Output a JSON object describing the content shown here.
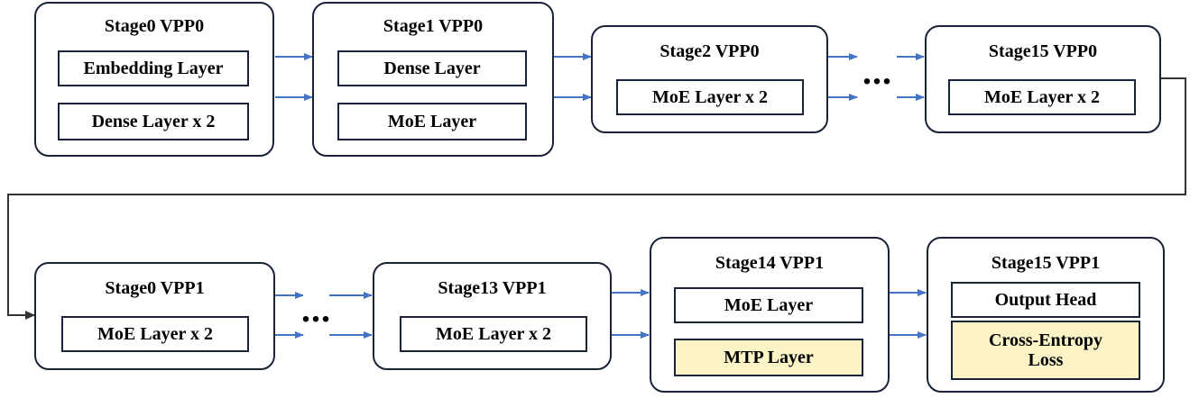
{
  "top_row": {
    "stage0": {
      "title": "Stage0 VPP0",
      "layers": [
        "Embedding Layer",
        "Dense Layer x 2"
      ]
    },
    "stage1": {
      "title": "Stage1 VPP0",
      "layers": [
        "Dense Layer",
        "MoE Layer"
      ]
    },
    "stage2": {
      "title": "Stage2 VPP0",
      "layers": [
        "MoE Layer x 2"
      ]
    },
    "ellipsis": "...",
    "stage15": {
      "title": "Stage15 VPP0",
      "layers": [
        "MoE Layer x 2"
      ]
    }
  },
  "bottom_row": {
    "stage0": {
      "title": "Stage0 VPP1",
      "layers": [
        "MoE Layer x 2"
      ]
    },
    "ellipsis": "...",
    "stage13": {
      "title": "Stage13 VPP1",
      "layers": [
        "MoE Layer x 2"
      ]
    },
    "stage14": {
      "title": "Stage14 VPP1",
      "layers": [
        "MoE Layer",
        "MTP Layer"
      ]
    },
    "stage15": {
      "title": "Stage15 VPP1",
      "layers": [
        "Output Head",
        "Cross-Entropy Loss"
      ]
    }
  },
  "colors": {
    "arrow": "#4472c4",
    "border": "#1a2238",
    "highlight": "#fcf3c7",
    "wrap_line": "#333333"
  }
}
